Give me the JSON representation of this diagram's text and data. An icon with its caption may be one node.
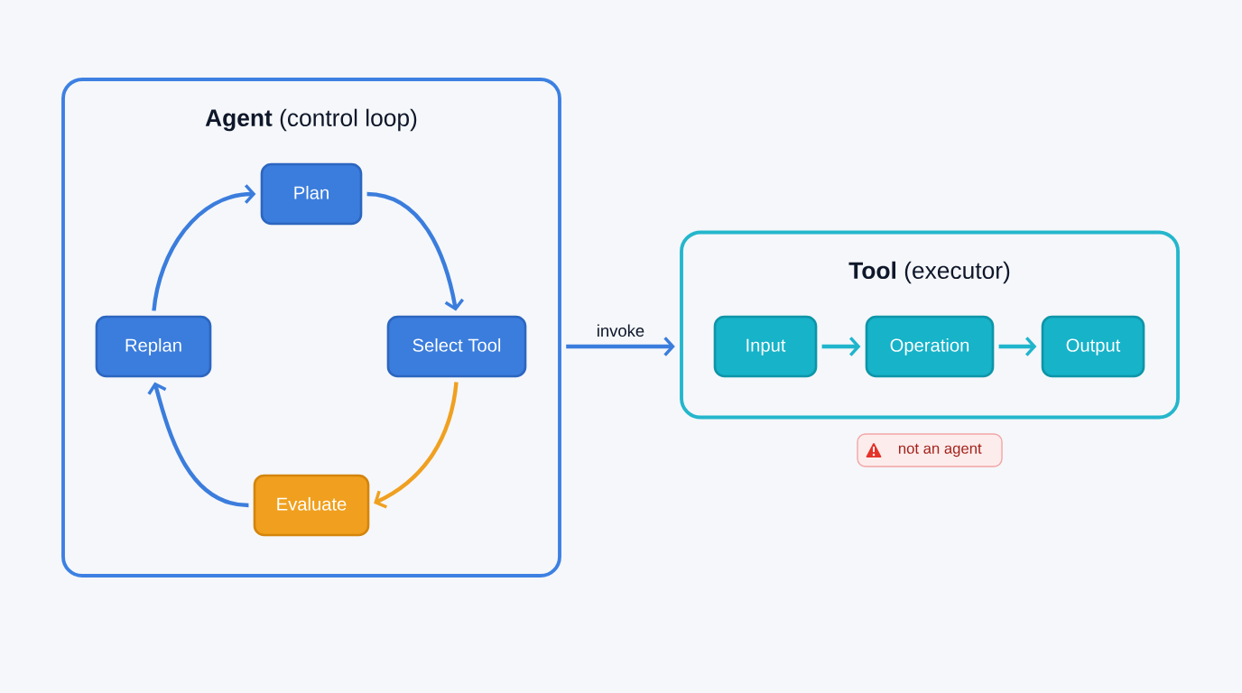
{
  "diagram": {
    "nodes": [
      {
        "text": [
          "**Agent** (control loop)"
        ]
      },
      {
        "text": [
          "Plan"
        ],
        "in": 0
      },
      {
        "text": [
          "Select Tool"
        ],
        "in": 0
      },
      {
        "text": [
          "Evaluate"
        ],
        "in": 0
      },
      {
        "text": [
          "Replan"
        ],
        "in": 0
      },
      {
        "text": [
          "**Tool** (executor)"
        ]
      },
      {
        "text": [
          "Input"
        ],
        "in": 5
      },
      {
        "text": [
          "Operation"
        ],
        "in": 5
      },
      {
        "text": [
          "Output"
        ],
        "in": 5
      },
      {
        "text": [
          "not an agent"
        ]
      }
    ],
    "edges": [
      {
        "from": 1,
        "to": 2,
        "arrow": "to"
      },
      {
        "from": 2,
        "to": 3,
        "arrow": "to",
        "color": "#f0a020"
      },
      {
        "from": 3,
        "to": 4,
        "arrow": "to"
      },
      {
        "from": 4,
        "to": 1,
        "arrow": "to"
      },
      {
        "from": 0,
        "to": 5,
        "arrow": "to",
        "label": "invoke"
      },
      {
        "from": 6,
        "to": 7,
        "arrow": "to",
        "color": "#1fb5cc"
      },
      {
        "from": 7,
        "to": 8,
        "arrow": "to",
        "color": "#1fb5cc"
      }
    ]
  }
}
